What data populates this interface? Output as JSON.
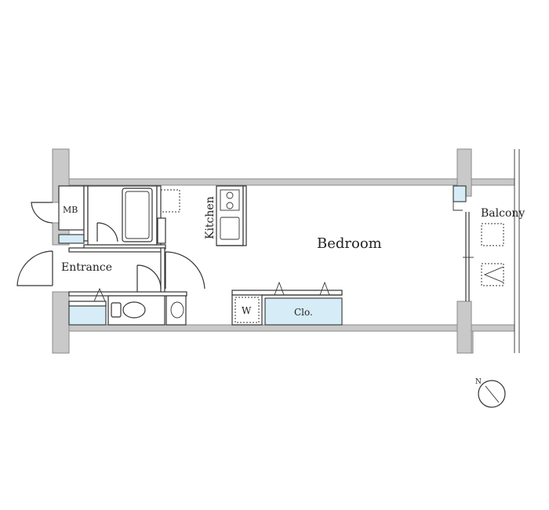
{
  "rooms": {
    "bedroom": "Bedroom",
    "kitchen": "Kitchen",
    "entrance": "Entrance",
    "balcony": "Balcony",
    "meter_box": "MB",
    "washer": "W",
    "closet": "Clo."
  },
  "compass": {
    "north_label": "N"
  },
  "colors": {
    "wall": "#c9c9c9",
    "storage": "#d6ecf7"
  }
}
